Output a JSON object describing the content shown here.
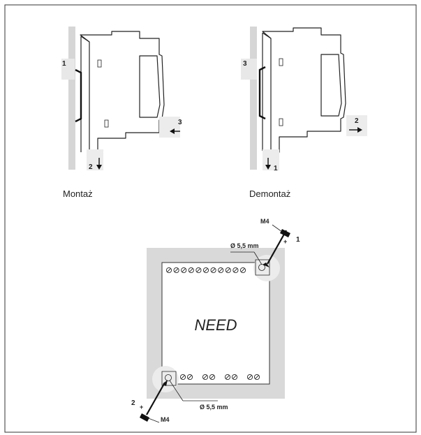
{
  "mounting": {
    "caption": "Montaż",
    "steps": [
      "1",
      "2",
      "3"
    ]
  },
  "dismounting": {
    "caption": "Demontaż",
    "steps": [
      "3",
      "1",
      "2"
    ]
  },
  "panel": {
    "label": "NEED",
    "hole_top": "Ø 5,5 mm",
    "hole_bottom": "Ø 5,5 mm",
    "screw_top": "M4",
    "screw_bottom": "M4",
    "screw_top_step": "1",
    "screw_bottom_step": "2",
    "top_terminals": 11,
    "bottom_terminal_pairs": 4
  },
  "colors": {
    "line": "#222222",
    "rail_gray": "#d6d6d6",
    "frame_gray": "#d9d9d9",
    "light_gray": "#ececec"
  }
}
